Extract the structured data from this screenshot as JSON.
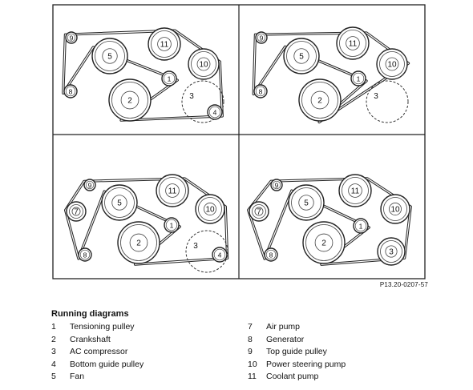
{
  "figure_ref": "P13.20-0207-57",
  "legend_title": "Running diagrams",
  "legend_left": [
    {
      "num": "1",
      "label": "Tensioning pulley"
    },
    {
      "num": "2",
      "label": "Crankshaft"
    },
    {
      "num": "3",
      "label": "AC compressor"
    },
    {
      "num": "4",
      "label": "Bottom guide pulley"
    },
    {
      "num": "5",
      "label": "Fan"
    }
  ],
  "legend_right": [
    {
      "num": "7",
      "label": "Air pump"
    },
    {
      "num": "8",
      "label": "Generator"
    },
    {
      "num": "9",
      "label": "Top guide pulley"
    },
    {
      "num": "10",
      "label": "Power steering pump"
    },
    {
      "num": "11",
      "label": "Coolant pump"
    }
  ],
  "panels": [
    {
      "id": "top-left",
      "pulleys": [
        "9",
        "5",
        "11",
        "10",
        "1",
        "8",
        "2",
        "3",
        "4"
      ]
    },
    {
      "id": "top-right",
      "pulleys": [
        "9",
        "5",
        "11",
        "10",
        "1",
        "8",
        "2",
        "3"
      ]
    },
    {
      "id": "bottom-left",
      "pulleys": [
        "9",
        "7",
        "5",
        "11",
        "10",
        "1",
        "8",
        "2",
        "3",
        "4"
      ]
    },
    {
      "id": "bottom-right",
      "pulleys": [
        "9",
        "7",
        "5",
        "11",
        "10",
        "1",
        "8",
        "2",
        "3"
      ]
    }
  ]
}
